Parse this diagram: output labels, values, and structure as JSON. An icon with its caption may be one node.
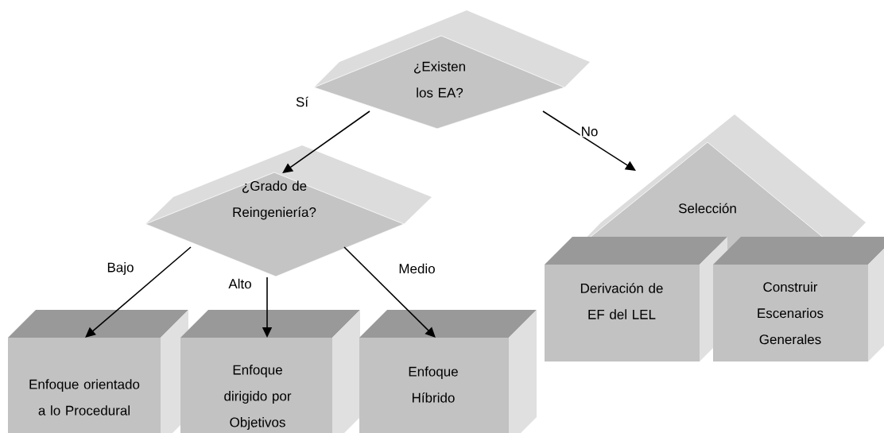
{
  "diagram": {
    "nodes": [
      {
        "text": [
          "¿Existen los EA?"
        ]
      },
      {
        "text": [
          "¿Grado de Reingeniería?"
        ]
      },
      {
        "text": [
          "Selección"
        ]
      },
      {
        "text": [
          "Enfoque orientado a lo Procedural"
        ]
      },
      {
        "text": [
          "Enfoque dirigido por Objetivos"
        ]
      },
      {
        "text": [
          "Enfoque Híbrido"
        ]
      },
      {
        "text": [
          "Derivación de EF del LEL"
        ]
      },
      {
        "text": [
          "Construir Escenarios Generales"
        ]
      }
    ],
    "edges": [
      {
        "from": 0,
        "to": 1,
        "arrow": "to",
        "label": "Sí"
      },
      {
        "from": 0,
        "to": 2,
        "arrow": "to",
        "label": "No"
      },
      {
        "from": 1,
        "to": 3,
        "arrow": "to",
        "label": "Bajo"
      },
      {
        "from": 1,
        "to": 4,
        "arrow": "to",
        "label": "Alto"
      },
      {
        "from": 1,
        "to": 5,
        "arrow": "to",
        "label": "Medio"
      }
    ]
  }
}
